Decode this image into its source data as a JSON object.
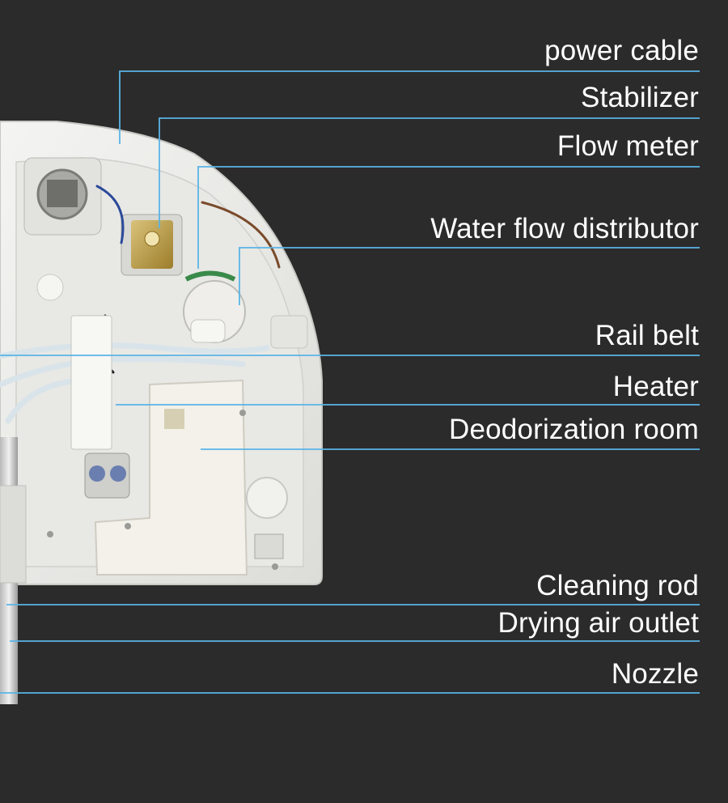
{
  "colors": {
    "background": "#2b2b2b",
    "leader_line": "#5ab4e6",
    "label_text": "#ffffff",
    "housing": "#eeeeec"
  },
  "labels": {
    "power_cable": "power cable",
    "stabilizer": "Stabilizer",
    "flow_meter": "Flow meter",
    "water_flow_distributor": "Water flow distributor",
    "rail_belt": "Rail belt",
    "heater": "Heater",
    "deodorization_room": "Deodorization room",
    "cleaning_rod": "Cleaning rod",
    "drying_air_outlet": "Drying air outlet",
    "nozzle": "Nozzle"
  }
}
